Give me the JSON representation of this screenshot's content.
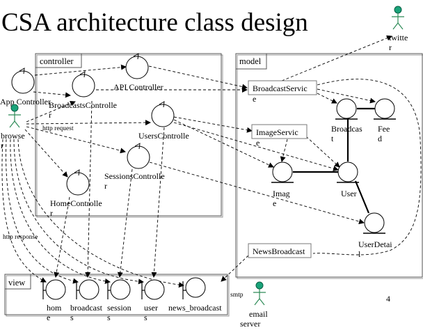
{
  "title": "CSA architecture class design",
  "page_number": "4",
  "packages": {
    "controller": "controller",
    "model": "model",
    "view": "view"
  },
  "actors": {
    "twitter": [
      "twitte",
      "r"
    ],
    "browser": [
      "browse",
      "r"
    ],
    "email_server": [
      "email",
      "server"
    ]
  },
  "controllers": {
    "app": "App Controller",
    "api": "API Controller",
    "broadcasts": [
      "BroadcastsControlle",
      "r"
    ],
    "users": "UsersControlle",
    "sessions": [
      "SessionsControlle",
      "r"
    ],
    "home": [
      "HomeControlle",
      "r"
    ]
  },
  "services": {
    "broadcast_service": [
      "BroadcastServic",
      "e"
    ],
    "image_service": [
      "ImageServic",
      "e"
    ],
    "news_broadcast": "NewsBroadcast"
  },
  "entities": {
    "broadcast": [
      "Broadcas",
      "t"
    ],
    "feed": [
      "Fee",
      "d"
    ],
    "image": [
      "Imag",
      "e"
    ],
    "user": "User",
    "user_detail": [
      "UserDetai",
      "l"
    ]
  },
  "views": {
    "home": [
      "hom",
      "e"
    ],
    "broadcasts": [
      "broadcast",
      "s"
    ],
    "sessions": [
      "session",
      "s"
    ],
    "users": [
      "user",
      "s"
    ],
    "news_broadcast": "news_broadcast"
  },
  "edge_labels": {
    "http_request": "http request",
    "http_response": "http response",
    "smtp": "smtp"
  }
}
